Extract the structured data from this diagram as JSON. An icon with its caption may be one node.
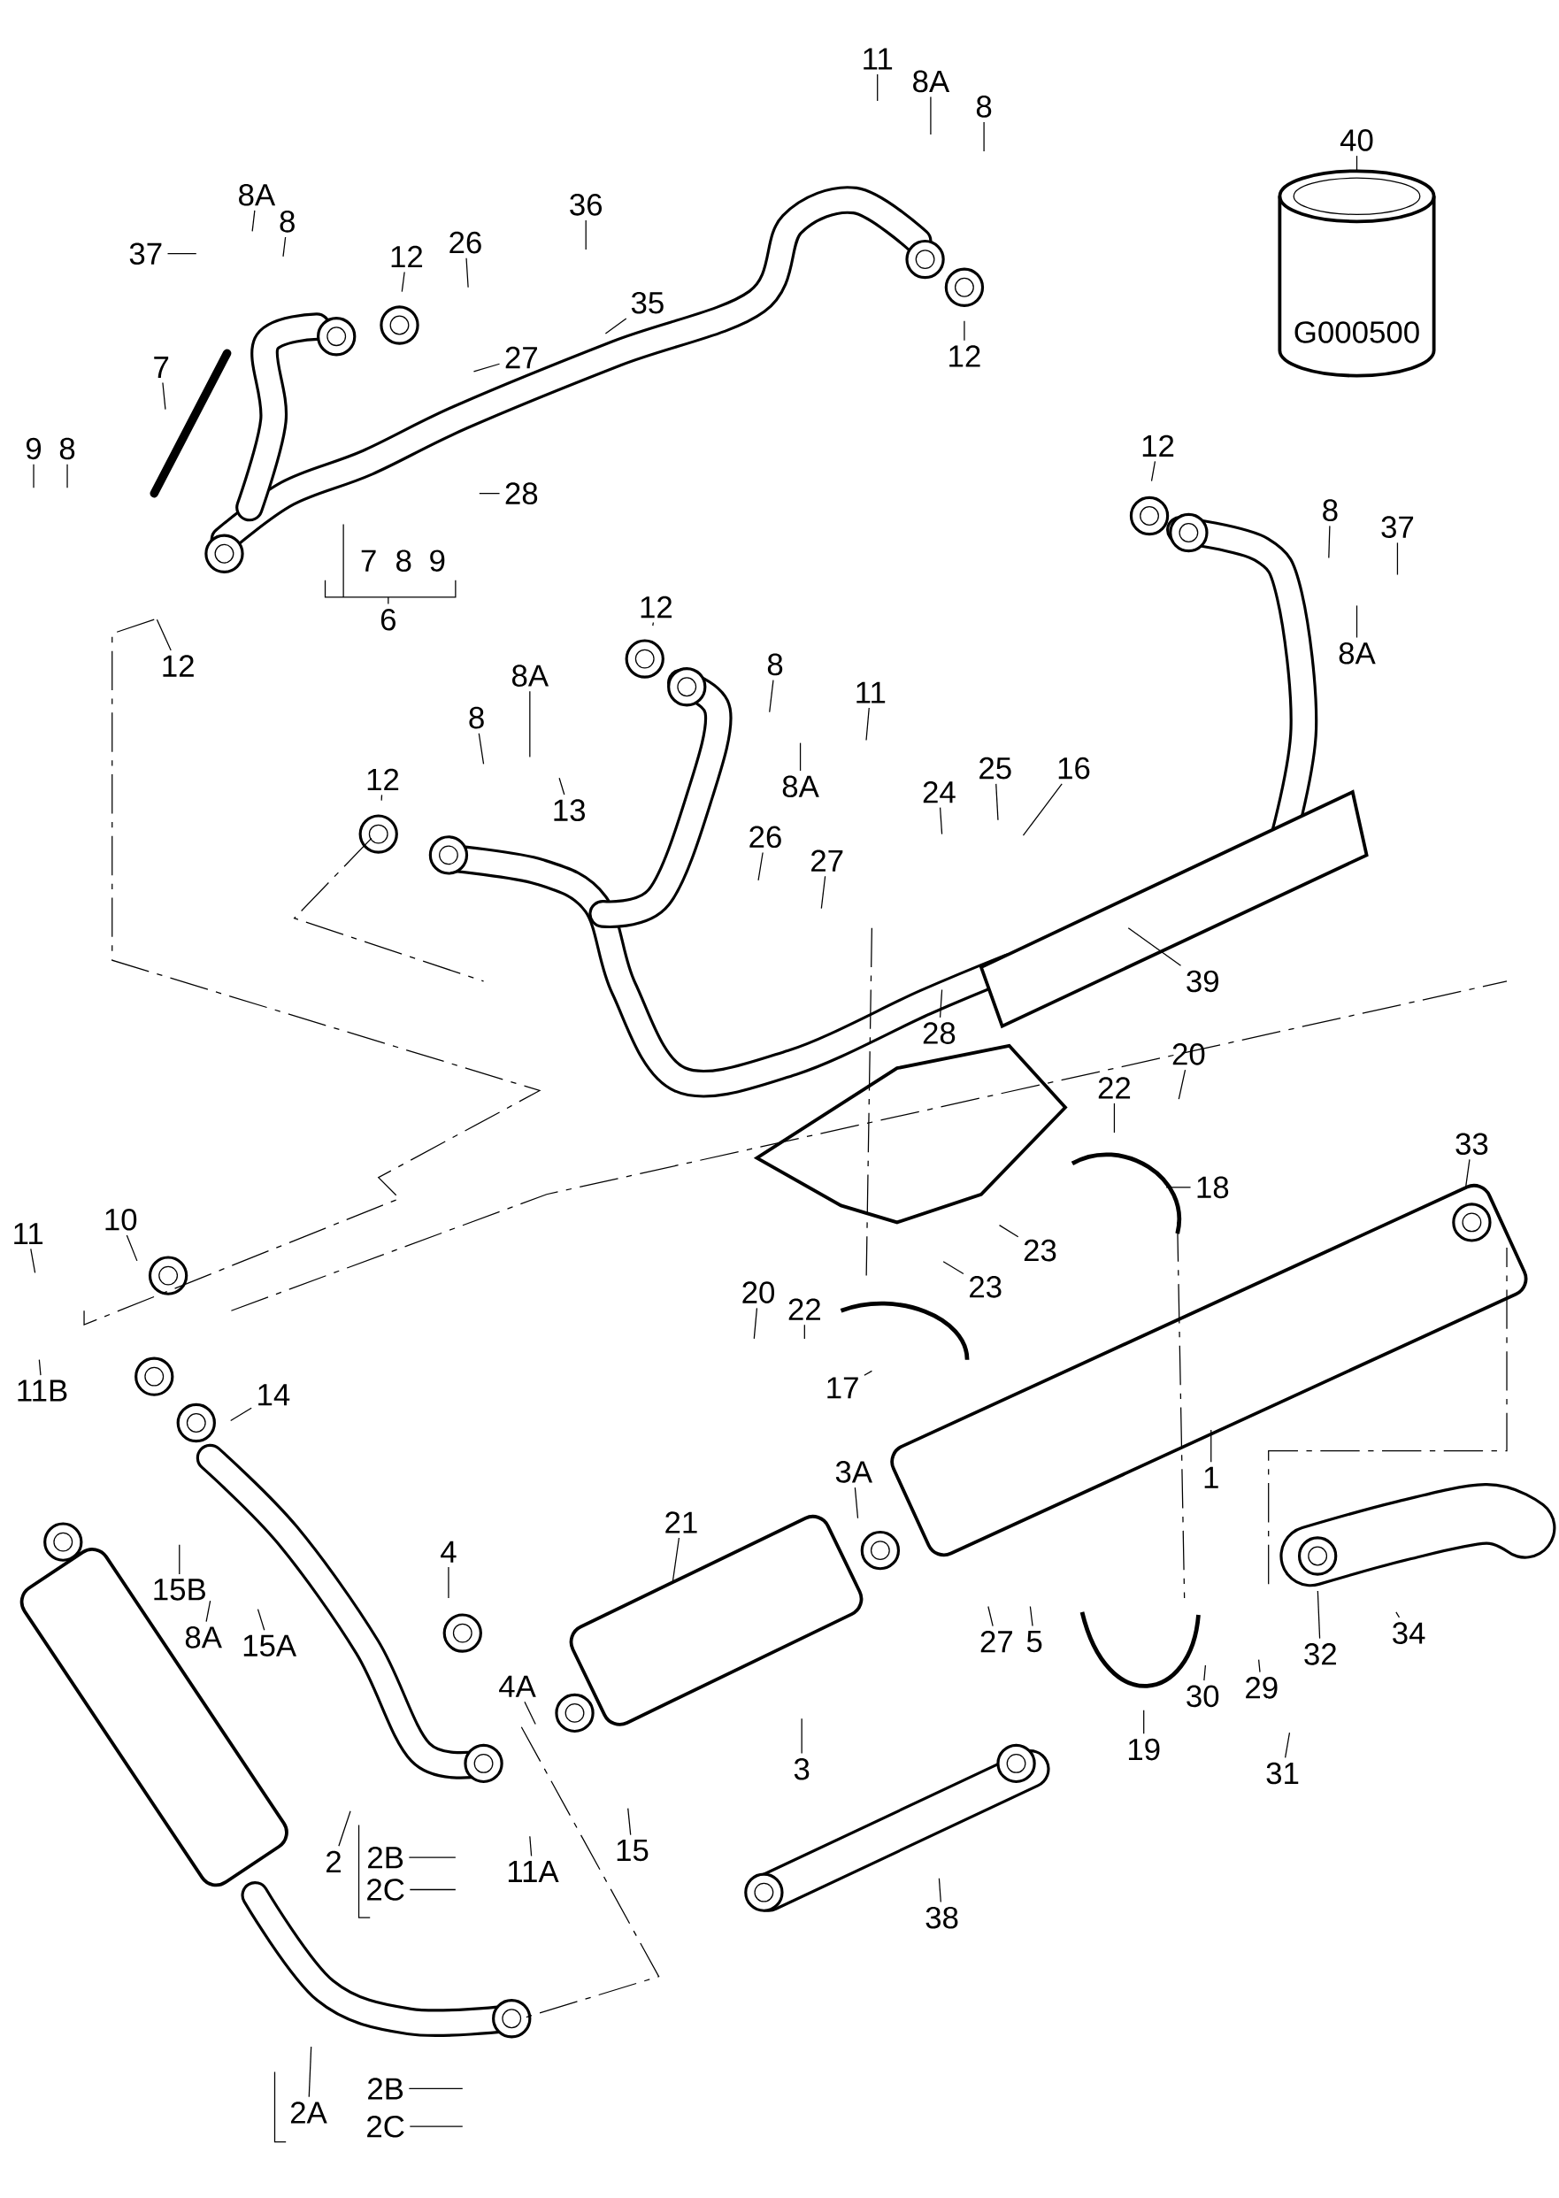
{
  "diagram": {
    "nodes": [
      {
        "text": [
          "11"
        ]
      },
      {
        "text": [
          "8A"
        ]
      },
      {
        "text": [
          "8"
        ]
      },
      {
        "text": [
          "40"
        ]
      },
      {
        "text": [
          "8A"
        ]
      },
      {
        "text": [
          "8"
        ]
      },
      {
        "text": [
          "37"
        ]
      },
      {
        "text": [
          "36"
        ]
      },
      {
        "text": [
          "26"
        ]
      },
      {
        "text": [
          "35"
        ]
      },
      {
        "text": [
          "27"
        ]
      },
      {
        "text": [
          "12"
        ]
      },
      {
        "text": [
          "12"
        ]
      },
      {
        "text": [
          "7"
        ]
      },
      {
        "text": [
          "9"
        ]
      },
      {
        "text": [
          "8"
        ]
      },
      {
        "text": [
          "28"
        ]
      },
      {
        "text": [
          "6"
        ]
      },
      {
        "text": [
          "12"
        ]
      },
      {
        "text": [
          "12"
        ]
      },
      {
        "text": [
          "8"
        ]
      },
      {
        "text": [
          "37"
        ]
      },
      {
        "text": [
          "8A"
        ]
      },
      {
        "text": [
          "12"
        ]
      },
      {
        "text": [
          "8"
        ]
      },
      {
        "text": [
          "11"
        ]
      },
      {
        "text": [
          "8A"
        ]
      },
      {
        "text": [
          "8A"
        ]
      },
      {
        "text": [
          "8"
        ]
      },
      {
        "text": [
          "13"
        ]
      },
      {
        "text": [
          "12"
        ]
      },
      {
        "text": [
          "24"
        ]
      },
      {
        "text": [
          "25"
        ]
      },
      {
        "text": [
          "16"
        ]
      },
      {
        "text": [
          "26"
        ]
      },
      {
        "text": [
          "27"
        ]
      },
      {
        "text": [
          "28"
        ]
      },
      {
        "text": [
          "39"
        ]
      },
      {
        "text": [
          "20"
        ]
      },
      {
        "text": [
          "22"
        ]
      },
      {
        "text": [
          "18"
        ]
      },
      {
        "text": [
          "23"
        ]
      },
      {
        "text": [
          "23"
        ]
      },
      {
        "text": [
          "33"
        ]
      },
      {
        "text": [
          "11"
        ]
      },
      {
        "text": [
          "10"
        ]
      },
      {
        "text": [
          "11B"
        ]
      },
      {
        "text": [
          "20"
        ]
      },
      {
        "text": [
          "22"
        ]
      },
      {
        "text": [
          "17"
        ]
      },
      {
        "text": [
          "14"
        ]
      },
      {
        "text": [
          "1"
        ]
      },
      {
        "text": [
          "3A"
        ]
      },
      {
        "text": [
          "21"
        ]
      },
      {
        "text": [
          "4"
        ]
      },
      {
        "text": [
          "15B"
        ]
      },
      {
        "text": [
          "8A"
        ]
      },
      {
        "text": [
          "15A"
        ]
      },
      {
        "text": [
          "4A"
        ]
      },
      {
        "text": [
          "27"
        ]
      },
      {
        "text": [
          "5"
        ]
      },
      {
        "text": [
          "32"
        ]
      },
      {
        "text": [
          "34"
        ]
      },
      {
        "text": [
          "30"
        ]
      },
      {
        "text": [
          "29"
        ]
      },
      {
        "text": [
          "31"
        ]
      },
      {
        "text": [
          "19"
        ]
      },
      {
        "text": [
          "3"
        ]
      },
      {
        "text": [
          "15"
        ]
      },
      {
        "text": [
          "2"
        ]
      },
      {
        "text": [
          "2B"
        ]
      },
      {
        "text": [
          "2C"
        ]
      },
      {
        "text": [
          "11A"
        ]
      },
      {
        "text": [
          "38"
        ]
      },
      {
        "text": [
          "2A"
        ]
      },
      {
        "text": [
          "2B"
        ]
      },
      {
        "text": [
          "2C"
        ]
      }
    ],
    "edges": [
      {
        "from": 0,
        "to": null,
        "arrow": "none"
      },
      {
        "from": 1,
        "to": null,
        "arrow": "none"
      },
      {
        "from": 2,
        "to": null,
        "arrow": "none"
      },
      {
        "from": 3,
        "to": null,
        "arrow": "none"
      },
      {
        "from": 4,
        "to": null,
        "arrow": "none"
      },
      {
        "from": 5,
        "to": null,
        "arrow": "none"
      },
      {
        "from": 6,
        "to": null,
        "arrow": "none"
      },
      {
        "from": 7,
        "to": null,
        "arrow": "none"
      },
      {
        "from": 8,
        "to": null,
        "arrow": "none"
      },
      {
        "from": 9,
        "to": null,
        "arrow": "none"
      },
      {
        "from": 10,
        "to": null,
        "arrow": "none"
      },
      {
        "from": 11,
        "to": null,
        "arrow": "none"
      },
      {
        "from": 12,
        "to": null,
        "arrow": "none"
      },
      {
        "from": 13,
        "to": null,
        "arrow": "none"
      },
      {
        "from": 14,
        "to": null,
        "arrow": "none"
      },
      {
        "from": 15,
        "to": null,
        "arrow": "none"
      },
      {
        "from": 16,
        "to": null,
        "arrow": "none"
      },
      {
        "from": 17,
        "to": null,
        "arrow": "none"
      },
      {
        "from": 18,
        "to": null,
        "arrow": "none"
      },
      {
        "from": 19,
        "to": null,
        "arrow": "none"
      },
      {
        "from": 20,
        "to": null,
        "arrow": "none"
      },
      {
        "from": 21,
        "to": null,
        "arrow": "none"
      },
      {
        "from": 22,
        "to": null,
        "arrow": "none"
      },
      {
        "from": 23,
        "to": null,
        "arrow": "none"
      },
      {
        "from": 24,
        "to": null,
        "arrow": "none"
      },
      {
        "from": 25,
        "to": null,
        "arrow": "none"
      },
      {
        "from": 26,
        "to": null,
        "arrow": "none"
      },
      {
        "from": 27,
        "to": null,
        "arrow": "none"
      },
      {
        "from": 28,
        "to": null,
        "arrow": "none"
      },
      {
        "from": 29,
        "to": null,
        "arrow": "none"
      },
      {
        "from": 30,
        "to": null,
        "arrow": "none"
      },
      {
        "from": 31,
        "to": null,
        "arrow": "none"
      },
      {
        "from": 32,
        "to": null,
        "arrow": "none"
      },
      {
        "from": 33,
        "to": null,
        "arrow": "none"
      },
      {
        "from": 34,
        "to": null,
        "arrow": "none"
      },
      {
        "from": 35,
        "to": null,
        "arrow": "none"
      },
      {
        "from": 36,
        "to": null,
        "arrow": "none"
      },
      {
        "from": 37,
        "to": null,
        "arrow": "none"
      },
      {
        "from": 38,
        "to": null,
        "arrow": "none"
      },
      {
        "from": 39,
        "to": null,
        "arrow": "none"
      },
      {
        "from": 40,
        "to": null,
        "arrow": "none"
      },
      {
        "from": 41,
        "to": null,
        "arrow": "none"
      },
      {
        "from": 42,
        "to": null,
        "arrow": "none"
      },
      {
        "from": 43,
        "to": null,
        "arrow": "none"
      },
      {
        "from": 44,
        "to": null,
        "arrow": "none"
      },
      {
        "from": 45,
        "to": null,
        "arrow": "none"
      },
      {
        "from": 46,
        "to": null,
        "arrow": "none"
      },
      {
        "from": 47,
        "to": null,
        "arrow": "none"
      },
      {
        "from": 48,
        "to": null,
        "arrow": "none"
      },
      {
        "from": 49,
        "to": null,
        "arrow": "none"
      },
      {
        "from": 50,
        "to": null,
        "arrow": "none"
      },
      {
        "from": 51,
        "to": null,
        "arrow": "none"
      },
      {
        "from": 52,
        "to": null,
        "arrow": "none"
      },
      {
        "from": 53,
        "to": null,
        "arrow": "none"
      },
      {
        "from": 54,
        "to": null,
        "arrow": "none"
      },
      {
        "from": 55,
        "to": null,
        "arrow": "none"
      },
      {
        "from": 56,
        "to": null,
        "arrow": "none"
      },
      {
        "from": 57,
        "to": null,
        "arrow": "none"
      },
      {
        "from": 58,
        "to": null,
        "arrow": "none"
      },
      {
        "from": 59,
        "to": null,
        "arrow": "none"
      },
      {
        "from": 60,
        "to": null,
        "arrow": "none"
      },
      {
        "from": 61,
        "to": null,
        "arrow": "none"
      },
      {
        "from": 62,
        "to": null,
        "arrow": "none"
      },
      {
        "from": 63,
        "to": null,
        "arrow": "none"
      },
      {
        "from": 64,
        "to": null,
        "arrow": "none"
      },
      {
        "from": 65,
        "to": null,
        "arrow": "none"
      },
      {
        "from": 66,
        "to": null,
        "arrow": "none"
      },
      {
        "from": 67,
        "to": null,
        "arrow": "none"
      },
      {
        "from": 68,
        "to": null,
        "arrow": "none"
      },
      {
        "from": 69,
        "to": null,
        "arrow": "none"
      },
      {
        "from": 70,
        "to": null,
        "arrow": "none"
      },
      {
        "from": 71,
        "to": null,
        "arrow": "none"
      },
      {
        "from": 72,
        "to": null,
        "arrow": "none"
      },
      {
        "from": 73,
        "to": null,
        "arrow": "none"
      },
      {
        "from": 74,
        "to": null,
        "arrow": "none"
      },
      {
        "from": 75,
        "to": null,
        "arrow": "none"
      },
      {
        "from": 76,
        "to": null,
        "arrow": "none"
      }
    ],
    "labels": [
      "G000500",
      "7",
      "8",
      "9"
    ]
  }
}
